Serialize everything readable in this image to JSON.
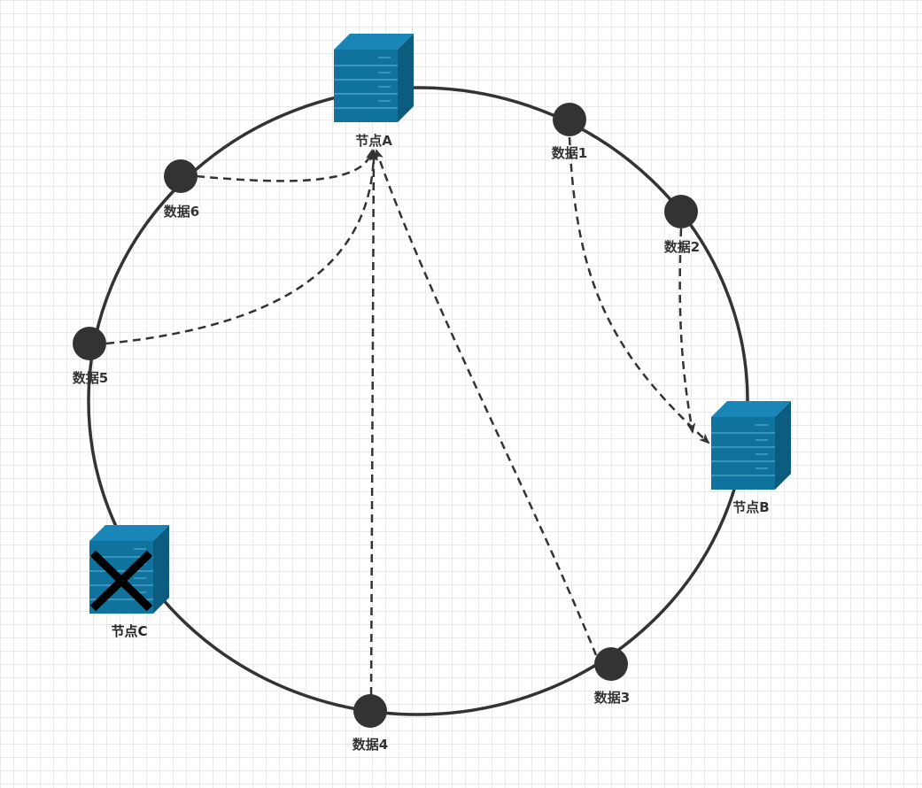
{
  "diagram": {
    "servers": {
      "node_a": {
        "label": "节点A",
        "status": "active"
      },
      "node_b": {
        "label": "节点B",
        "status": "active"
      },
      "node_c": {
        "label": "节点C",
        "status": "failed"
      }
    },
    "data_points": [
      {
        "label": "数据1",
        "target": "节点B"
      },
      {
        "label": "数据2",
        "target": "节点B"
      },
      {
        "label": "数据3",
        "target": "节点A"
      },
      {
        "label": "数据4",
        "target": "节点A"
      },
      {
        "label": "数据5",
        "target": "节点A"
      },
      {
        "label": "数据6",
        "target": "节点A"
      }
    ],
    "colors": {
      "ring": "#333333",
      "server_front": "#10739e",
      "server_top": "#1a86b8",
      "server_side": "#0c5c80",
      "failure_mark": "#000000"
    }
  }
}
